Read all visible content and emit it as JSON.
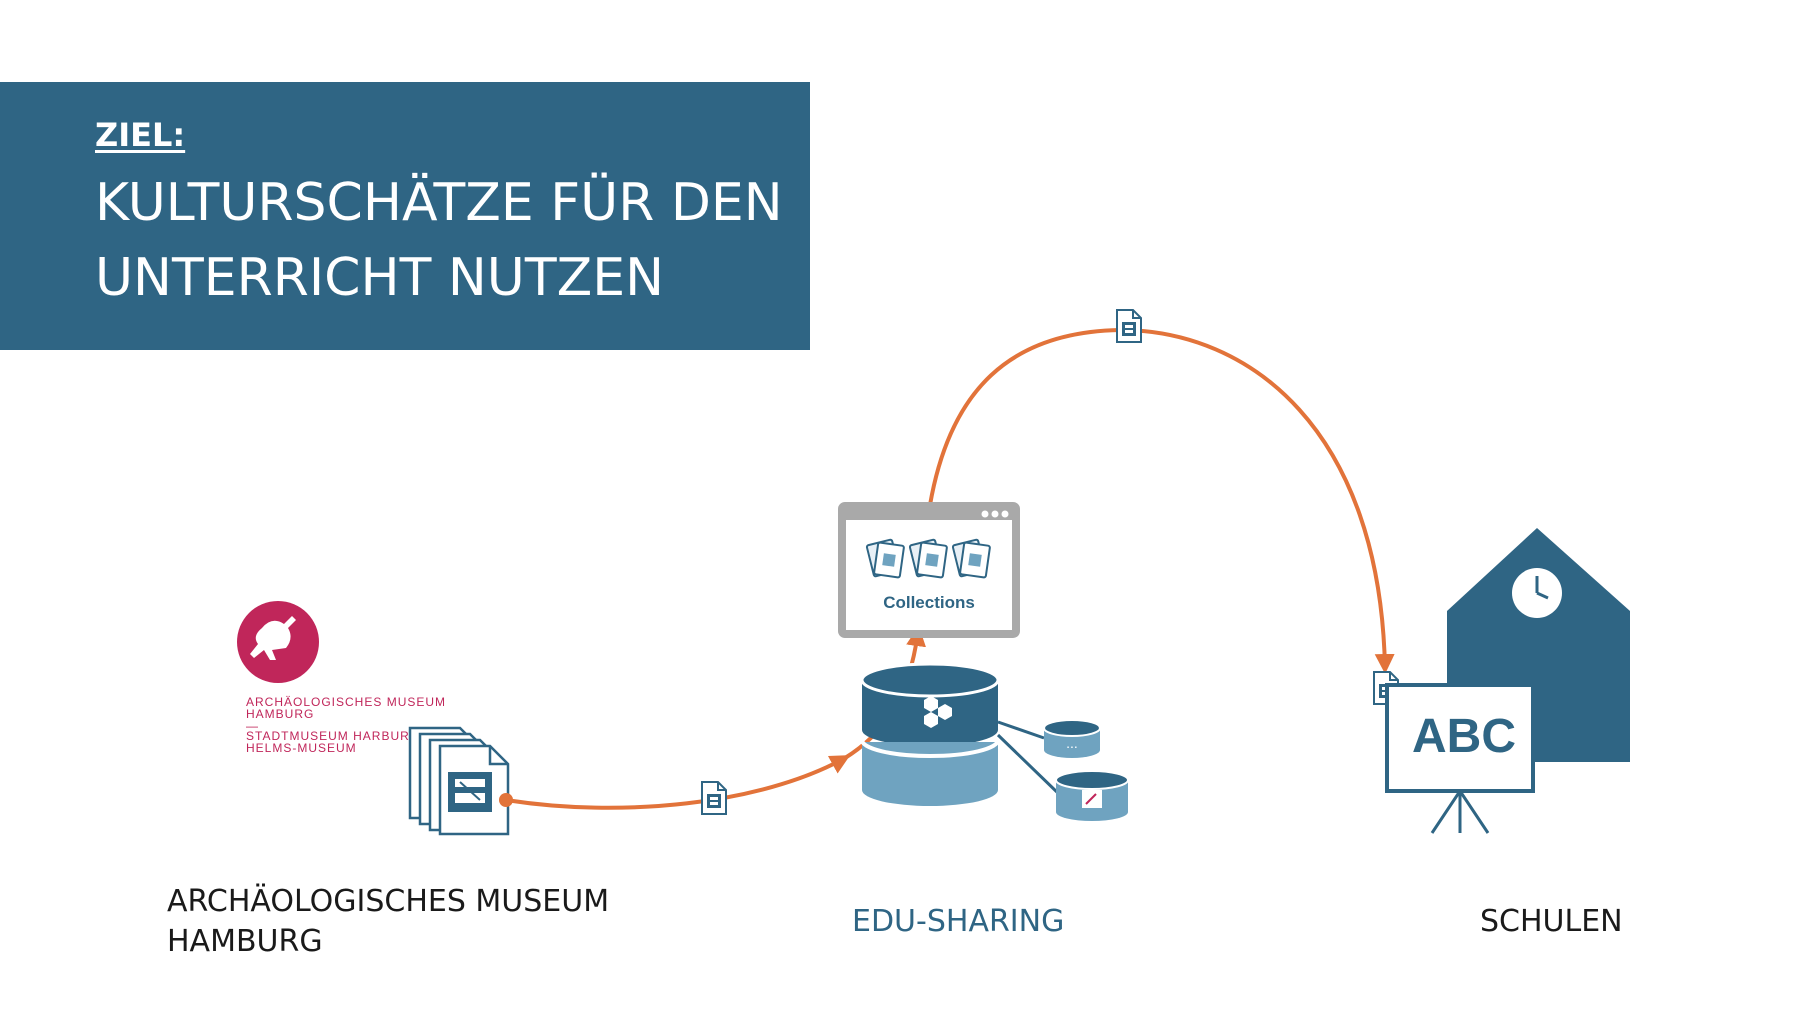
{
  "banner": {
    "kicker": "ZIEL:",
    "headline_lines": [
      "KULTURSCHÄTZE FÜR DEN",
      "UNTERRICHT NUTZEN"
    ]
  },
  "museum_logo": {
    "lines": [
      "ARCHÄOLOGISCHES MUSEUM",
      "HAMBURG",
      "—",
      "STADTMUSEUM HARBURG",
      "HELMS-MUSEUM"
    ]
  },
  "collections_window": {
    "label": "Collections"
  },
  "server": {
    "small_db_label": "..."
  },
  "school": {
    "board_text": "ABC"
  },
  "captions": {
    "museum_lines": [
      "ARCHÄOLOGISCHES MUSEUM",
      "HAMBURG"
    ],
    "edu_sharing": "EDU-SHARING",
    "schools": "SCHULEN"
  },
  "colors": {
    "primary_blue": "#2f6584",
    "light_blue": "#6fa3c0",
    "arrow_orange": "#e2733a",
    "logo_red": "#c0265a",
    "window_grey": "#a9a9a9"
  },
  "icons": [
    "film-files-icon",
    "document-icon",
    "collections-window-icon",
    "database-icon",
    "school-building-icon",
    "clock-icon",
    "blackboard-icon",
    "museum-logo-icon"
  ]
}
